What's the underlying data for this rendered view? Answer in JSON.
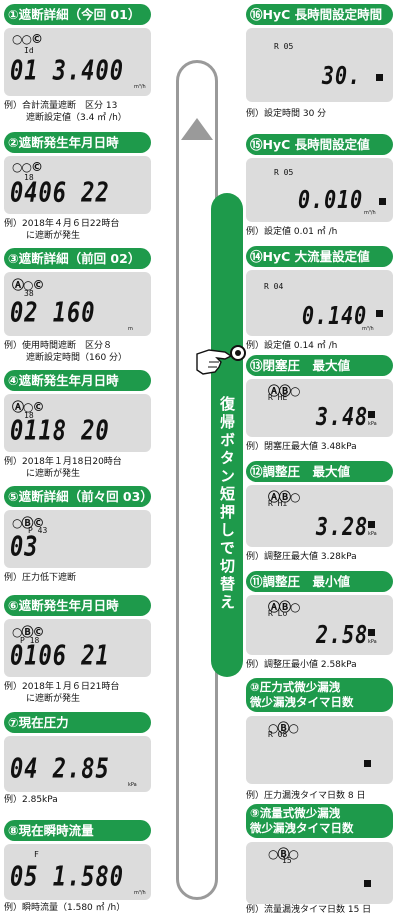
{
  "loop": {
    "button_text": "復帰ボタン短押しで切替え"
  },
  "left": [
    {
      "title": "①遮断詳細（今回 01）",
      "sym": "○○©",
      "small": "Id",
      "big": "01 3.400",
      "unit": "m³/h",
      "notes": [
        "例）合計流量遮断　区分 13",
        "遮断設定値（3.4 ㎥ /h）"
      ]
    },
    {
      "title": "②遮断発生年月日時",
      "sym": "○○©",
      "small": "18",
      "big": "0406 22",
      "unit": "",
      "notes": [
        "例）2018年４月６日22時台",
        "に遮断が発生"
      ]
    },
    {
      "title": "③遮断詳細（前回 02）",
      "sym": "Ⓐ○©",
      "small": "38",
      "big": "02   160",
      "unit": "m",
      "notes": [
        "例）使用時間遮断　区分８",
        "遮断設定時間（160 分）"
      ]
    },
    {
      "title": "④遮断発生年月日時",
      "sym": "Ⓐ○©",
      "small": "18",
      "big": "0118 20",
      "unit": "",
      "notes": [
        "例）2018年１月18日20時台",
        "に遮断が発生"
      ]
    },
    {
      "title": "⑤遮断詳細（前々回 03）",
      "sym": "○Ⓑ©",
      "small": "P 43",
      "big": "03",
      "unit": "",
      "notes": [
        "例）圧力低下遮断"
      ]
    },
    {
      "title": "⑥遮断発生年月日時",
      "sym": "○Ⓑ©",
      "small": "P 18",
      "big": "0106 21",
      "unit": "",
      "notes": [
        "例）2018年１月６日21時台",
        "に遮断が発生"
      ]
    },
    {
      "title": "⑦現在圧力",
      "sym": "",
      "small": "",
      "big": "04 2.85",
      "unit": "kPa",
      "notes": [
        "例）2.85kPa"
      ]
    },
    {
      "title": "⑧現在瞬時流量",
      "sym": "",
      "small": "F",
      "big": "05 1.580",
      "unit": "m³/h",
      "notes": [
        "例）瞬時流量（1.580 ㎥ /h）"
      ]
    }
  ],
  "right": [
    {
      "title": "⑯HyC 長時間設定時間",
      "sym": "",
      "small": "R 05",
      "big": "30.",
      "unit": "",
      "notes": [
        "例）設定時間 30 分"
      ]
    },
    {
      "title": "⑮HyC 長時間設定値",
      "sym": "",
      "small": "R 05",
      "big": "0.010",
      "unit": "m³/h",
      "notes": [
        "例）設定値 0.01 ㎥ /h"
      ]
    },
    {
      "title": "⑭HyC 大流量設定値",
      "sym": "",
      "small": "R 04",
      "big": "0.140",
      "unit": "m³/h",
      "notes": [
        "例）設定値 0.14 ㎥ /h"
      ]
    },
    {
      "title": "⑬閉塞圧　最大値",
      "sym": "ⒶⒷ○",
      "small": "R HE",
      "big": "3.48",
      "unit": "kPa",
      "notes": [
        "例）閉塞圧最大値 3.48kPa"
      ]
    },
    {
      "title": "⑫調整圧　最大値",
      "sym": "ⒶⒷ○",
      "small": "R Hı",
      "big": "3.28",
      "unit": "kPa",
      "notes": [
        "例）調整圧最大値 3.28kPa"
      ]
    },
    {
      "title": "⑪調整圧　最小値",
      "sym": "ⒶⒷ○",
      "small": "R Lo",
      "big": "2.58",
      "unit": "kPa",
      "notes": [
        "例）調整圧最小値 2.58kPa"
      ]
    },
    {
      "title": "⑩圧力式微少漏洩\n微少漏洩タイマ日数",
      "sym": "○Ⓑ○",
      "small": "R 08",
      "big": "",
      "unit": "",
      "notes": [
        "例）圧力漏洩タイマ日数 8 日"
      ]
    },
    {
      "title": "⑨流量式微少漏洩\n微少漏洩タイマ日数",
      "sym": "○Ⓑ○",
      "small": "15",
      "big": "",
      "unit": "",
      "notes": [
        "例）流量漏洩タイマ日数 15 日"
      ]
    }
  ]
}
